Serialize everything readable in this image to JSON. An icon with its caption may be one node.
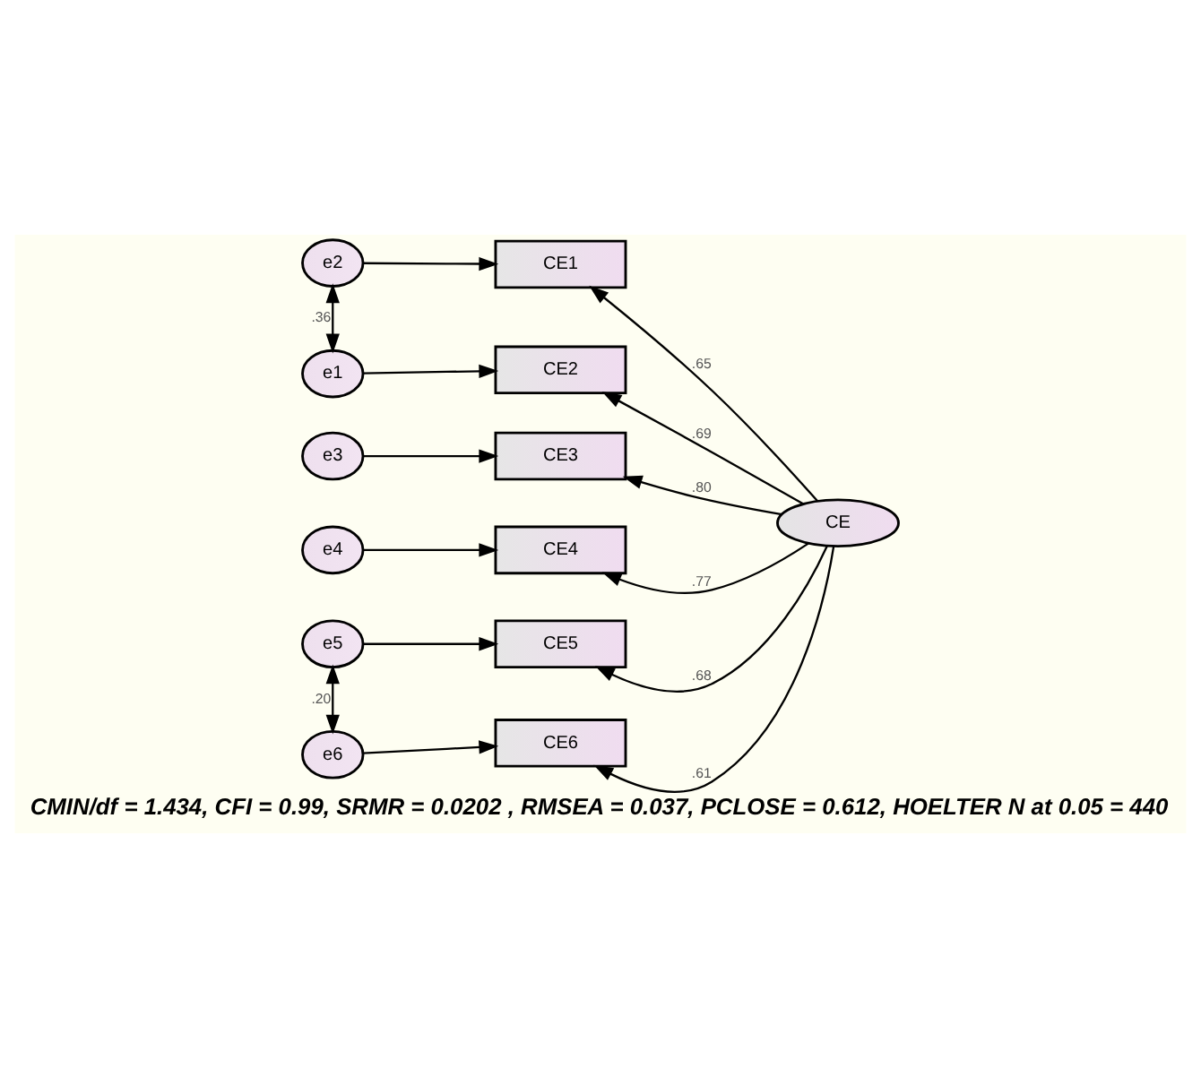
{
  "diagram": {
    "caption": "CMIN/df = 1.434, CFI = 0.99, SRMR = 0.0202 , RMSEA = 0.037, PCLOSE = 0.612, HOELTER N at 0.05 = 440",
    "nodes": [
      {
        "text": [
          "e2"
        ]
      },
      {
        "text": [
          "e1"
        ]
      },
      {
        "text": [
          "e3"
        ]
      },
      {
        "text": [
          "e4"
        ]
      },
      {
        "text": [
          "e5"
        ]
      },
      {
        "text": [
          "e6"
        ]
      },
      {
        "text": [
          "CE1"
        ]
      },
      {
        "text": [
          "CE2"
        ]
      },
      {
        "text": [
          "CE3"
        ]
      },
      {
        "text": [
          "CE4"
        ]
      },
      {
        "text": [
          "CE5"
        ]
      },
      {
        "text": [
          "CE6"
        ]
      },
      {
        "text": [
          "CE"
        ]
      }
    ],
    "edges": [
      {
        "from": 0,
        "to": 6,
        "arrow": "to"
      },
      {
        "from": 1,
        "to": 7,
        "arrow": "to"
      },
      {
        "from": 2,
        "to": 8,
        "arrow": "to"
      },
      {
        "from": 3,
        "to": 9,
        "arrow": "to"
      },
      {
        "from": 4,
        "to": 10,
        "arrow": "to"
      },
      {
        "from": 5,
        "to": 11,
        "arrow": "to"
      },
      {
        "from": 0,
        "to": 1,
        "arrow": "both",
        "label": ".36"
      },
      {
        "from": 4,
        "to": 5,
        "arrow": "both",
        "label": ".20"
      },
      {
        "from": 12,
        "to": 6,
        "arrow": "to",
        "label": ".65"
      },
      {
        "from": 12,
        "to": 7,
        "arrow": "to",
        "label": ".69"
      },
      {
        "from": 12,
        "to": 8,
        "arrow": "to",
        "label": ".80"
      },
      {
        "from": 12,
        "to": 9,
        "arrow": "to",
        "label": ".77"
      },
      {
        "from": 12,
        "to": 10,
        "arrow": "to",
        "label": ".68"
      },
      {
        "from": 12,
        "to": 11,
        "arrow": "to",
        "label": ".61"
      }
    ]
  }
}
